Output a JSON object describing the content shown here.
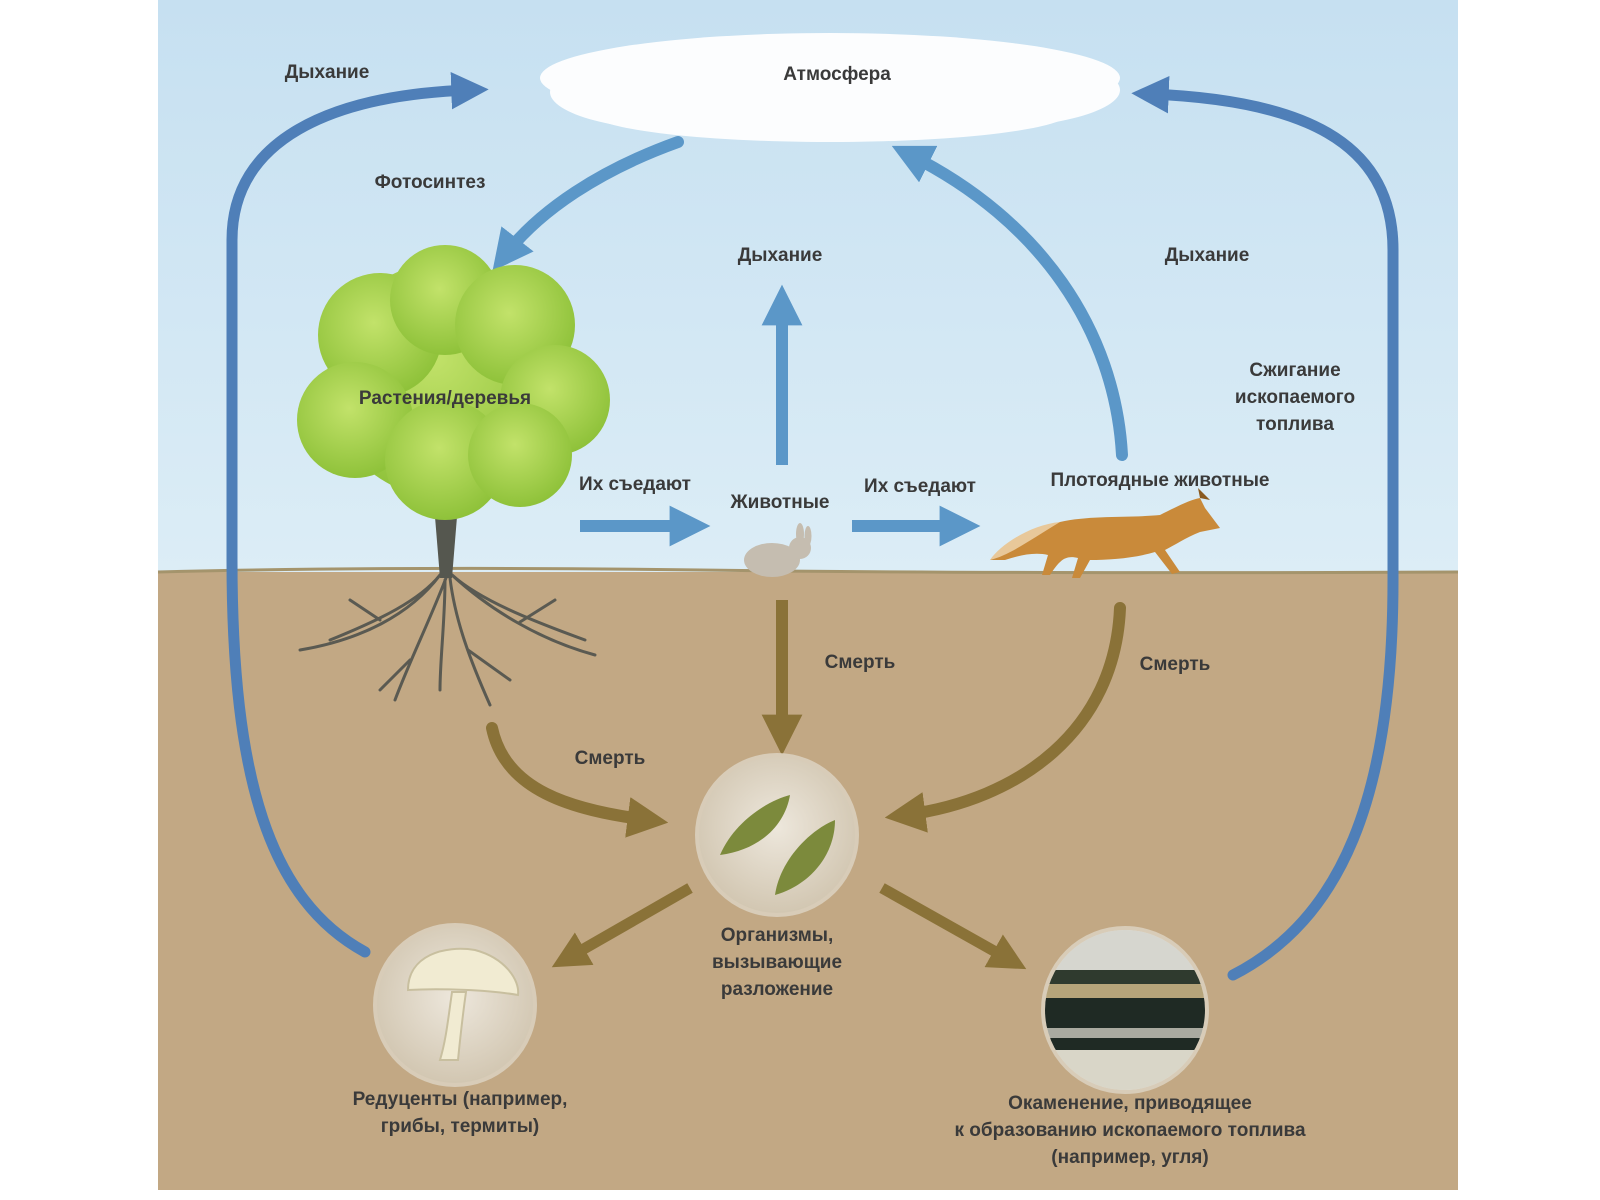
{
  "labels": {
    "atmosphere": "Атмосфера",
    "respiration_left": "Дыхание",
    "photosynthesis": "Фотосинтез",
    "respiration_center": "Дыхание",
    "respiration_right": "Дыхание",
    "fossil_burning": "Сжигание\nископаемого\nтоплива",
    "plants": "Растения/деревья",
    "eaten_1": "Их съедают",
    "animals": "Животные",
    "eaten_2": "Их съедают",
    "carnivores": "Плотоядные животные",
    "death_center": "Смерть",
    "death_right": "Смерть",
    "death_left": "Смерть",
    "decomposers_org": "Организмы,\nвызывающие\nразложение",
    "reducers": "Редуценты (например,\nгрибы, термиты)",
    "fossilization": "Окаменение, приводящее\nк образованию ископаемого топлива\n(например, угля)"
  },
  "colors": {
    "sky": "#cfe6f3",
    "soil": "#c2a884",
    "blue_arrow": "#5b97c8",
    "dark_blue_arrow": "#4f7fb8",
    "brown_arrow": "#8a7238",
    "tree_green": "#a8d24a"
  }
}
